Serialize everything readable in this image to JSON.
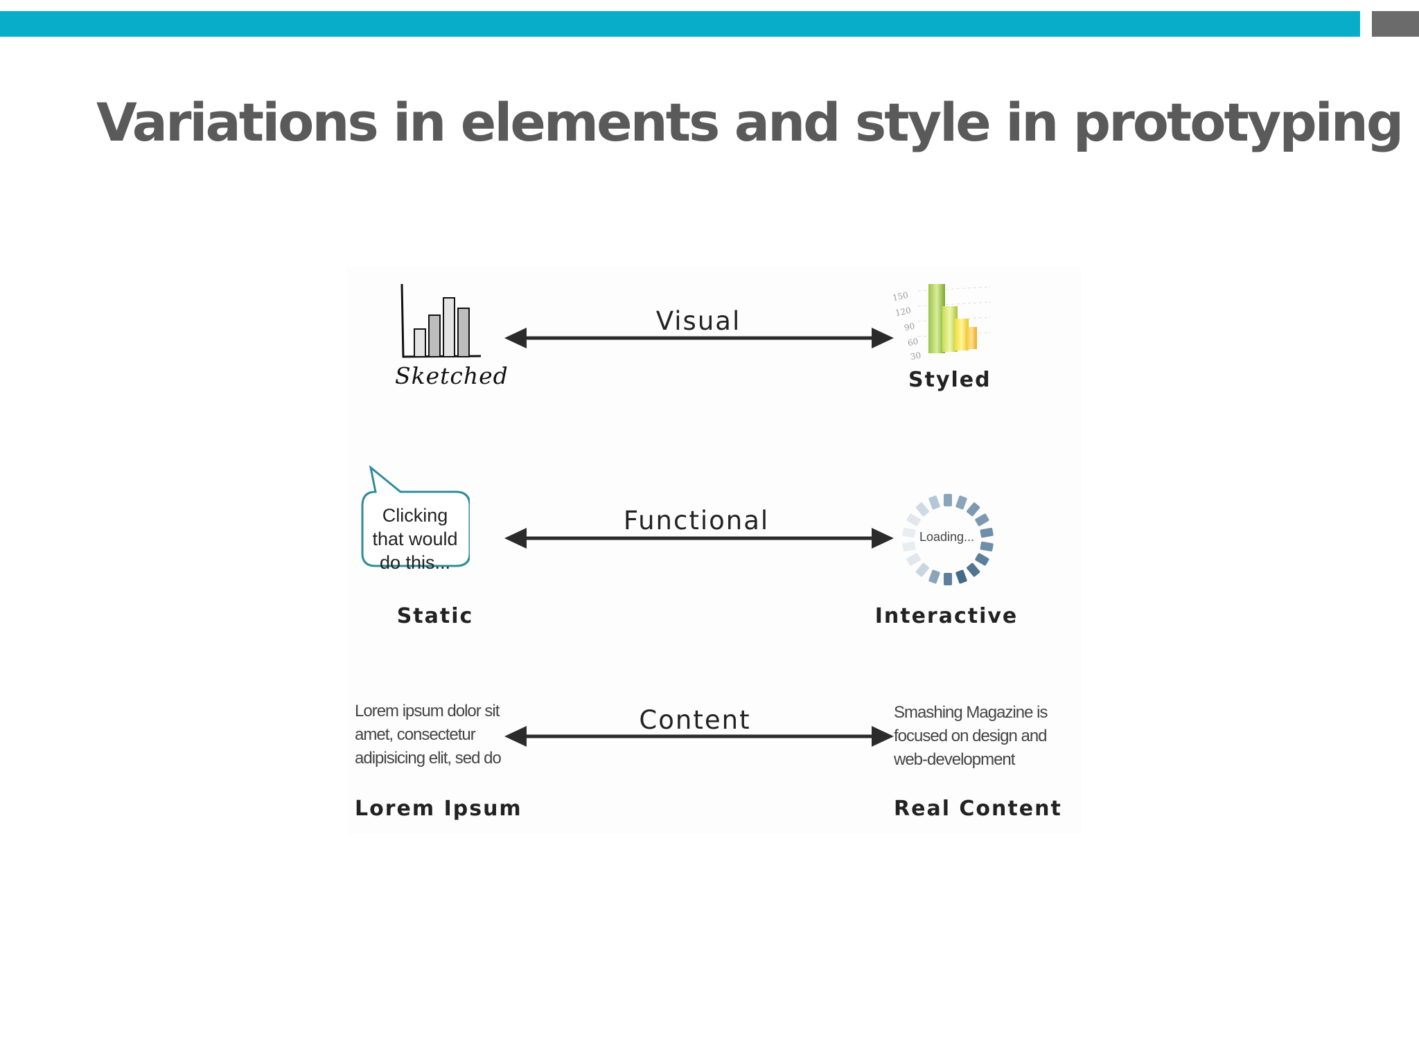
{
  "slide": {
    "title": "Variations in elements and style in prototyping",
    "accent_color": "#08adc9",
    "accent_end_color": "#6b6b6b"
  },
  "diagram": {
    "rows": [
      {
        "dimension": "Visual",
        "left": "Sketched",
        "right": "Styled"
      },
      {
        "dimension": "Functional",
        "left": "Static",
        "right": "Interactive"
      },
      {
        "dimension": "Content",
        "left": "Lorem Ipsum",
        "right": "Real Content"
      }
    ],
    "speech_bubble": [
      "Clicking",
      "that would",
      "do this..."
    ],
    "loading_text": "Loading...",
    "styled_chart_ticks": [
      "150",
      "120",
      "90",
      "60",
      "30"
    ],
    "lorem_sample": [
      "Lorem ipsum dolor sit",
      "amet, consectetur",
      "adipisicing elit, sed do"
    ],
    "real_sample": [
      "Smashing Magazine is",
      "focused on design and",
      "web-development"
    ]
  }
}
